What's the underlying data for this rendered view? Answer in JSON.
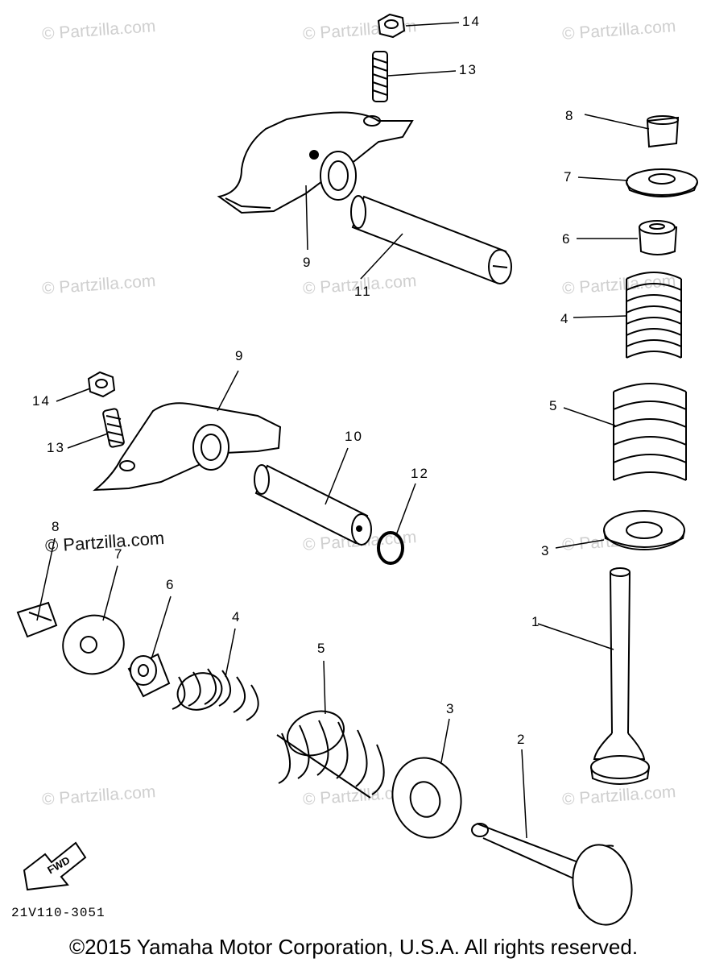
{
  "watermark": "© Partzilla.com",
  "callouts": {
    "c14_top": "14",
    "c13_top": "13",
    "c8_right": "8",
    "c7_right": "7",
    "c6_right": "6",
    "c9_top": "9",
    "c11": "11",
    "c4_right": "4",
    "c9_mid": "9",
    "c5_right": "5",
    "c14_left": "14",
    "c10": "10",
    "c13_left": "13",
    "c12": "12",
    "c8_left": "8",
    "c3_right": "3",
    "c7_left": "7",
    "c6_left": "6",
    "c1": "1",
    "c4_left": "4",
    "c5_left": "5",
    "c3_left": "3",
    "c2": "2"
  },
  "fwd_label": "FWD",
  "diagram_code": "21V110-3051",
  "copyright": "©2015 Yamaha Motor Corporation, U.S.A. All rights reserved.",
  "colors": {
    "ink": "#000000",
    "watermark": "#cfcfcf",
    "background": "#ffffff"
  }
}
